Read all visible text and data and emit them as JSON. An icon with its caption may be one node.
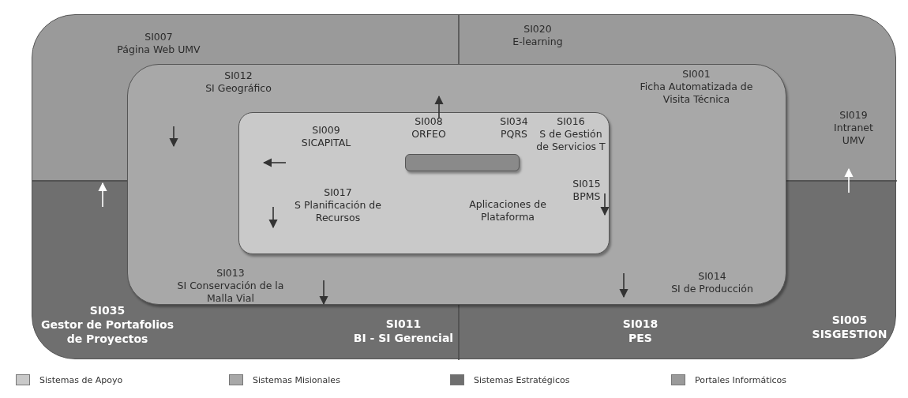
{
  "diagram": {
    "nodes": [
      {
        "text": [
          "SI007 Página Web UMV",
          "SI020 E-learning",
          "SI019 Intranet UMV",
          "SI035 Gestor de Portafolios de Proyectos",
          "SI011 BI - SI Gerencial",
          "SI018 PES",
          "SI005 SISGESTION"
        ]
      },
      {
        "text": [
          "SI012 SI Geográfico",
          "SI001 Ficha Automatizada de Visita Técnica",
          "SI013 SI Conservación de la Malla Vial",
          "SI014 SI de Producción"
        ],
        "in": 0
      },
      {
        "text": [
          "SI009 SICAPITAL",
          "SI008 ORFEO",
          "SI034 PQRS",
          "SI016 S de Gestión de Servicios T",
          "SI017 S Planificación de Recursos",
          "SI015 BPMS",
          "Aplicaciones de Plataforma"
        ],
        "in": 1
      },
      {
        "text": [],
        "shape": "bar",
        "in": 2
      }
    ],
    "edges": [],
    "legend": [
      {
        "text": "Sistemas de Apoyo",
        "color": "#c9c9c9"
      },
      {
        "text": "Sistemas Misionales",
        "color": "#a8a8a8"
      },
      {
        "text": "Sistemas Estratégicos",
        "color": "#6f6f6f"
      },
      {
        "text": "Portales Informáticos",
        "color": "#9a9a9a"
      }
    ]
  }
}
